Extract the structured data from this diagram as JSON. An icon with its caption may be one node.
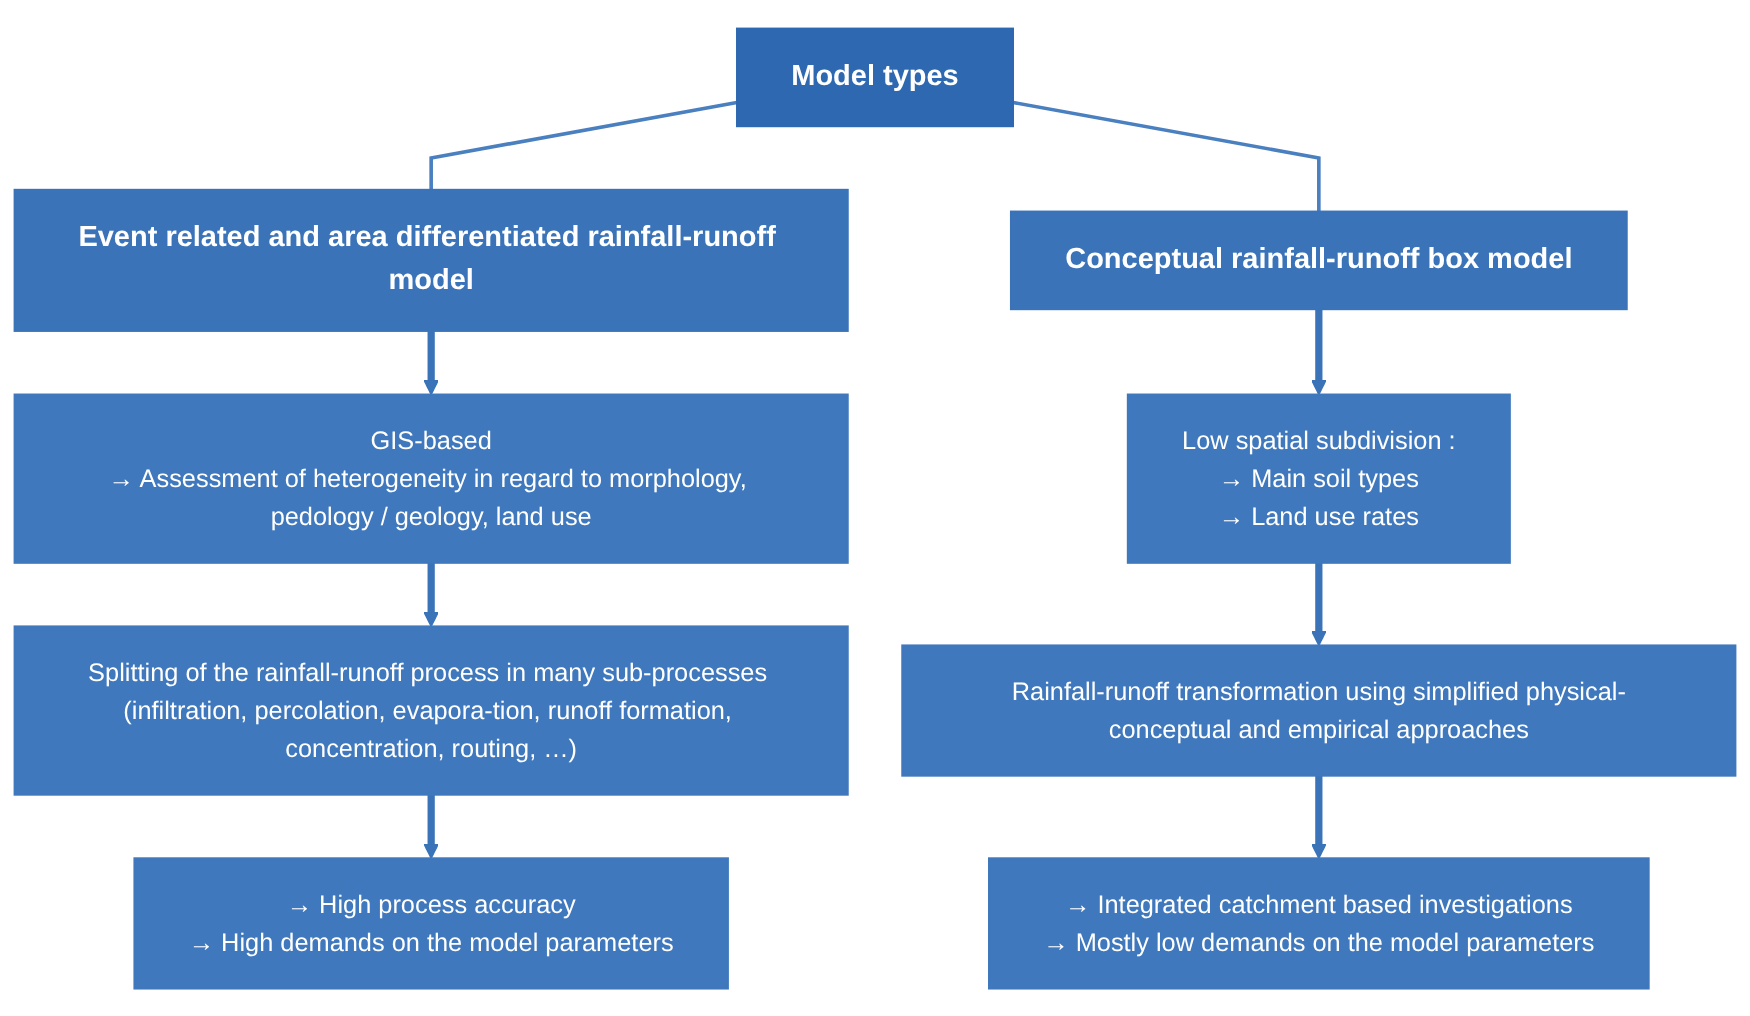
{
  "diagram": {
    "nodes": [
      {
        "text": [
          "Model types"
        ]
      },
      {
        "text": [
          "Event related and area differentiated rainfall-runoff model"
        ]
      },
      {
        "text": [
          "Conceptual rainfall-runoff box model"
        ]
      },
      {
        "text": [
          "GIS-based",
          "→ Assessment of heterogeneity in regard to morphology, pedology / geology, land use"
        ]
      },
      {
        "text": [
          "Low spatial subdivision :",
          "→ Main soil types",
          "→ Land use rates"
        ]
      },
      {
        "text": [
          "Splitting of the rainfall-runoff process in many sub-processes (infiltration, percolation, evapora-tion, runoff formation, concentration, routing, …)"
        ]
      },
      {
        "text": [
          "Rainfall-runoff transformation using simplified physical-conceptual and empirical approaches"
        ]
      },
      {
        "text": [
          "→ High process accuracy",
          "→ High demands on the model parameters"
        ]
      },
      {
        "text": [
          "→ Integrated catchment based investigations",
          "→ Mostly low demands on the model parameters"
        ]
      }
    ],
    "edges": [
      {
        "from": 0,
        "to": 1,
        "arrow": "none"
      },
      {
        "from": 0,
        "to": 2,
        "arrow": "none"
      },
      {
        "from": 1,
        "to": 3,
        "arrow": "to"
      },
      {
        "from": 3,
        "to": 5,
        "arrow": "to"
      },
      {
        "from": 5,
        "to": 7,
        "arrow": "to"
      },
      {
        "from": 2,
        "to": 4,
        "arrow": "to"
      },
      {
        "from": 4,
        "to": 6,
        "arrow": "to"
      },
      {
        "from": 6,
        "to": 8,
        "arrow": "to"
      }
    ]
  }
}
